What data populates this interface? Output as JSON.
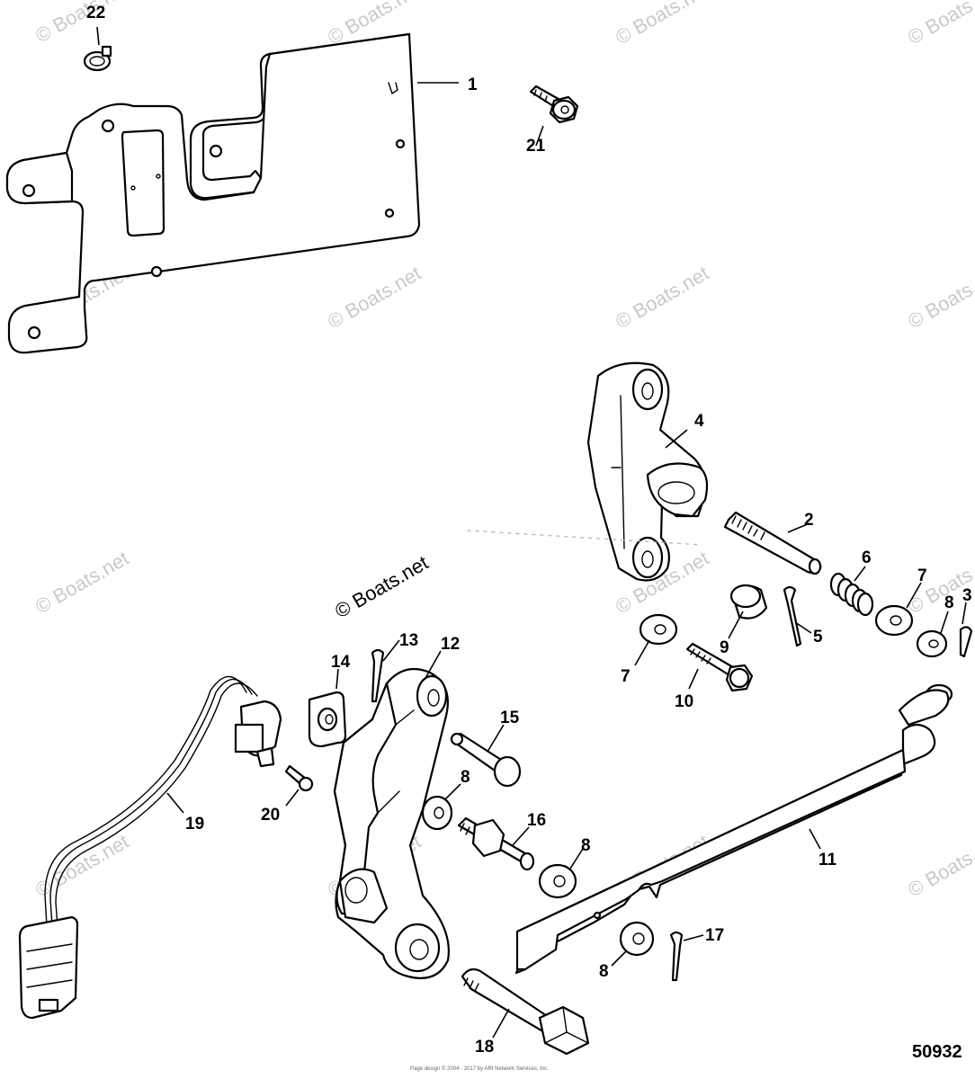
{
  "diagram": {
    "figure_number": "50932",
    "copyright_line": "Page design © 2004 - 2017 by ARI Network Services, Inc.",
    "watermark_text": "© Boats.net",
    "callouts": {
      "c1": "1",
      "c2": "2",
      "c3": "3",
      "c4": "4",
      "c5": "5",
      "c6": "6",
      "c7a": "7",
      "c7b": "7",
      "c8a": "8",
      "c8b": "8",
      "c8c": "8",
      "c8d": "8",
      "c9": "9",
      "c10": "10",
      "c11": "11",
      "c12": "12",
      "c13": "13",
      "c14": "14",
      "c15": "15",
      "c16": "16",
      "c17": "17",
      "c18": "18",
      "c19": "19",
      "c20": "20",
      "c21": "21",
      "c22": "22"
    },
    "parts": [
      {
        "ref": "1",
        "name": "mounting plate"
      },
      {
        "ref": "2",
        "name": "pivot pin"
      },
      {
        "ref": "3",
        "name": "cotter pin"
      },
      {
        "ref": "4",
        "name": "shift lever bracket"
      },
      {
        "ref": "5",
        "name": "cotter pin"
      },
      {
        "ref": "6",
        "name": "spring"
      },
      {
        "ref": "7",
        "name": "washer"
      },
      {
        "ref": "8",
        "name": "washer"
      },
      {
        "ref": "9",
        "name": "bushing"
      },
      {
        "ref": "10",
        "name": "bolt"
      },
      {
        "ref": "11",
        "name": "shift link rod"
      },
      {
        "ref": "12",
        "name": "shift lever"
      },
      {
        "ref": "13",
        "name": "cotter pin"
      },
      {
        "ref": "14",
        "name": "switch retainer"
      },
      {
        "ref": "15",
        "name": "pin"
      },
      {
        "ref": "16",
        "name": "stud"
      },
      {
        "ref": "17",
        "name": "cotter pin"
      },
      {
        "ref": "18",
        "name": "shoulder bolt"
      },
      {
        "ref": "19",
        "name": "neutral switch harness"
      },
      {
        "ref": "20",
        "name": "screw"
      },
      {
        "ref": "21",
        "name": "bolt"
      },
      {
        "ref": "22",
        "name": "clip"
      }
    ],
    "colors": {
      "line": "#000000",
      "background": "#ffffff",
      "watermark": "#c9c9c9"
    }
  }
}
